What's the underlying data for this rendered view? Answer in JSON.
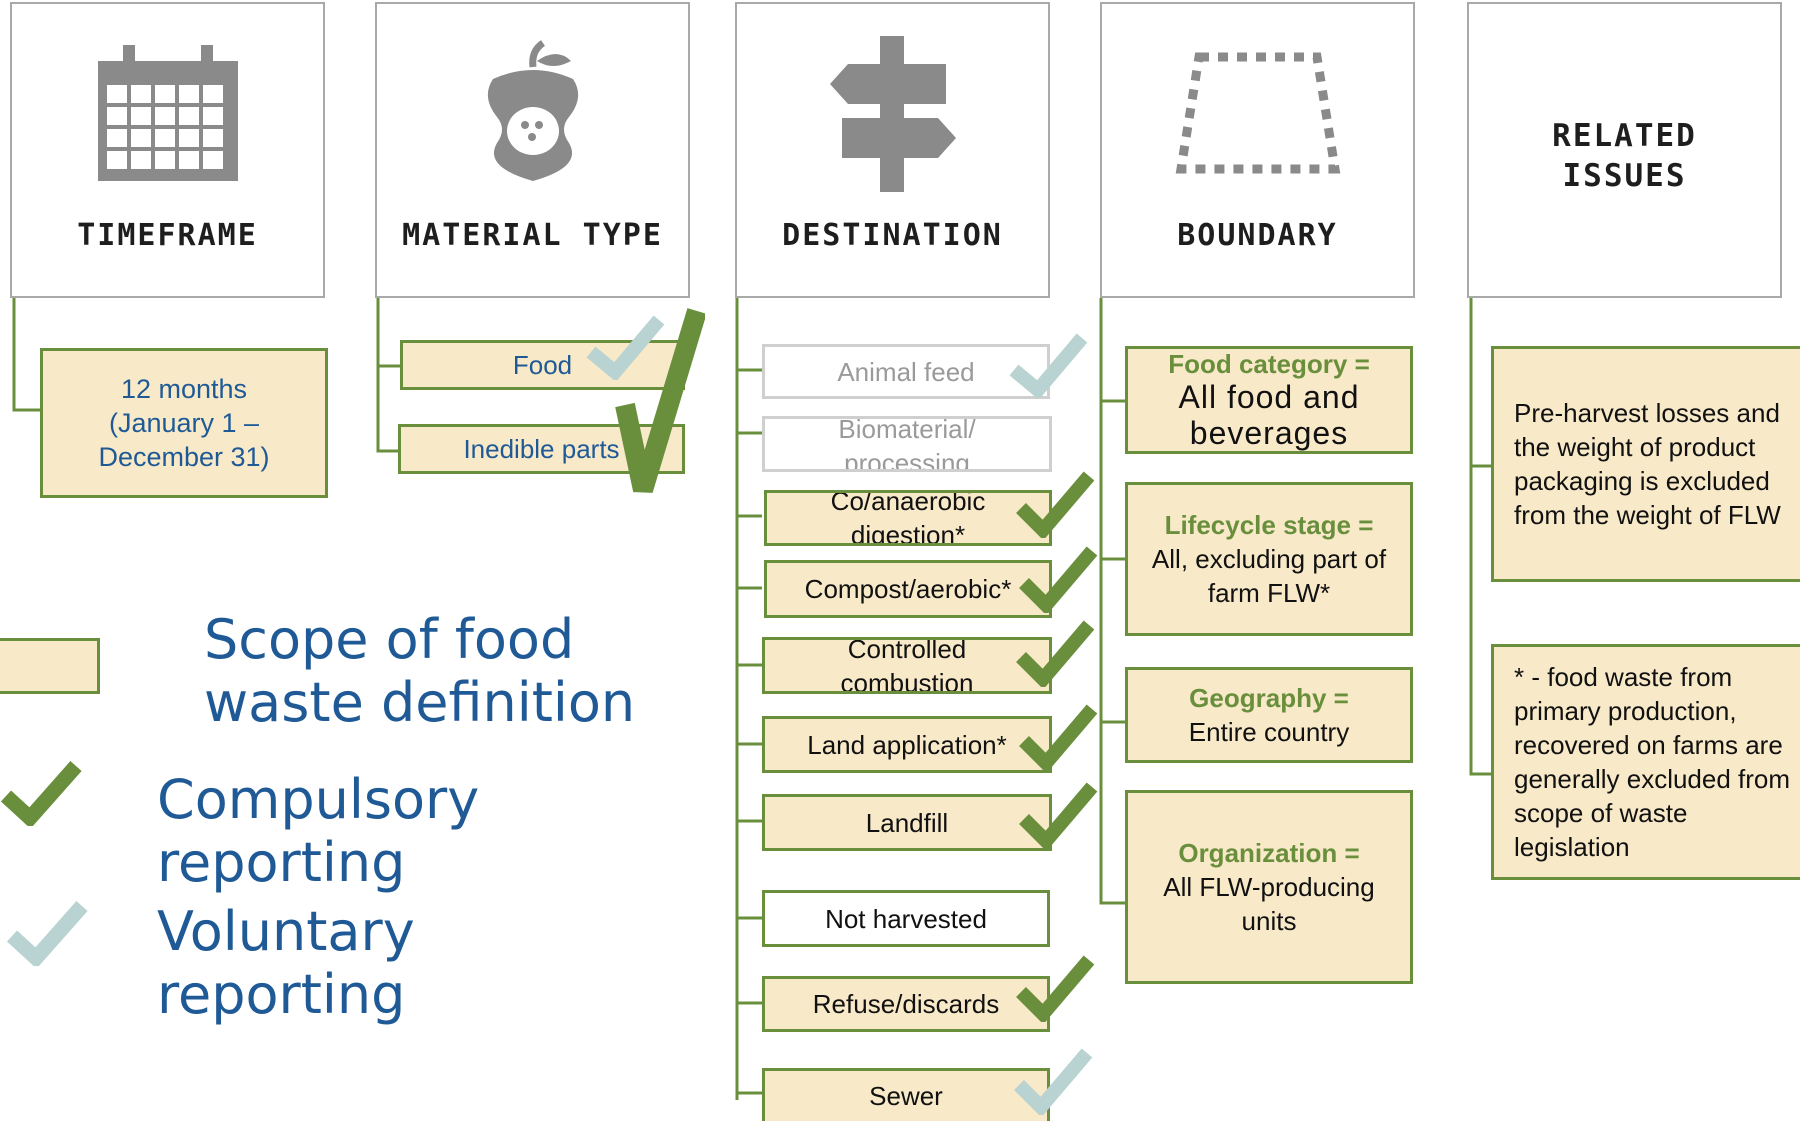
{
  "colors": {
    "accent_green": "#6a8f3c",
    "voluntary_teal": "#b9d3d3",
    "box_fill": "#f8e9c8",
    "text_blue": "#1f5a96"
  },
  "headers": {
    "timeframe": {
      "label": "TIMEFRAME",
      "icon": "calendar-icon"
    },
    "material_type": {
      "label": "MATERIAL TYPE",
      "icon": "apple-core-icon"
    },
    "destination": {
      "label": "DESTINATION",
      "icon": "signpost-icon"
    },
    "boundary": {
      "label": "BOUNDARY",
      "icon": "dotted-boundary-icon"
    },
    "related_issues": {
      "label": "RELATED ISSUES"
    }
  },
  "timeframe": {
    "line1": "12 months",
    "line2": "(January 1 –",
    "line3": "December 31)"
  },
  "material": {
    "food": "Food",
    "inedible": "Inedible parts"
  },
  "destinations": {
    "animal_feed": "Animal feed",
    "biomaterial": "Biomaterial/ processing",
    "codigestion": "Co/anaerobic digestion*",
    "compost": "Compost/aerobic*",
    "combustion": "Controlled combustion",
    "land_application": "Land application*",
    "landfill": "Landfill",
    "not_harvested": "Not harvested",
    "refuse": "Refuse/discards",
    "sewer": "Sewer"
  },
  "boundary": {
    "food_category": {
      "key": "Food category =",
      "value": "All food and beverages"
    },
    "lifecycle": {
      "key": "Lifecycle stage =",
      "value": "All, excluding part of farm FLW*"
    },
    "geography": {
      "key": "Geography =",
      "value": "Entire country"
    },
    "organization": {
      "key": "Organization =",
      "value": "All FLW-producing units"
    }
  },
  "related": {
    "note1": "Pre-harvest losses and the weight of product packaging is excluded from the weight of FLW",
    "note2": "* - food waste from primary production, recovered on farms are generally excluded from scope of waste legislation"
  },
  "legend": {
    "scope": "Scope of food waste definition",
    "compulsory": "Compulsory reporting",
    "voluntary": "Voluntary reporting"
  }
}
